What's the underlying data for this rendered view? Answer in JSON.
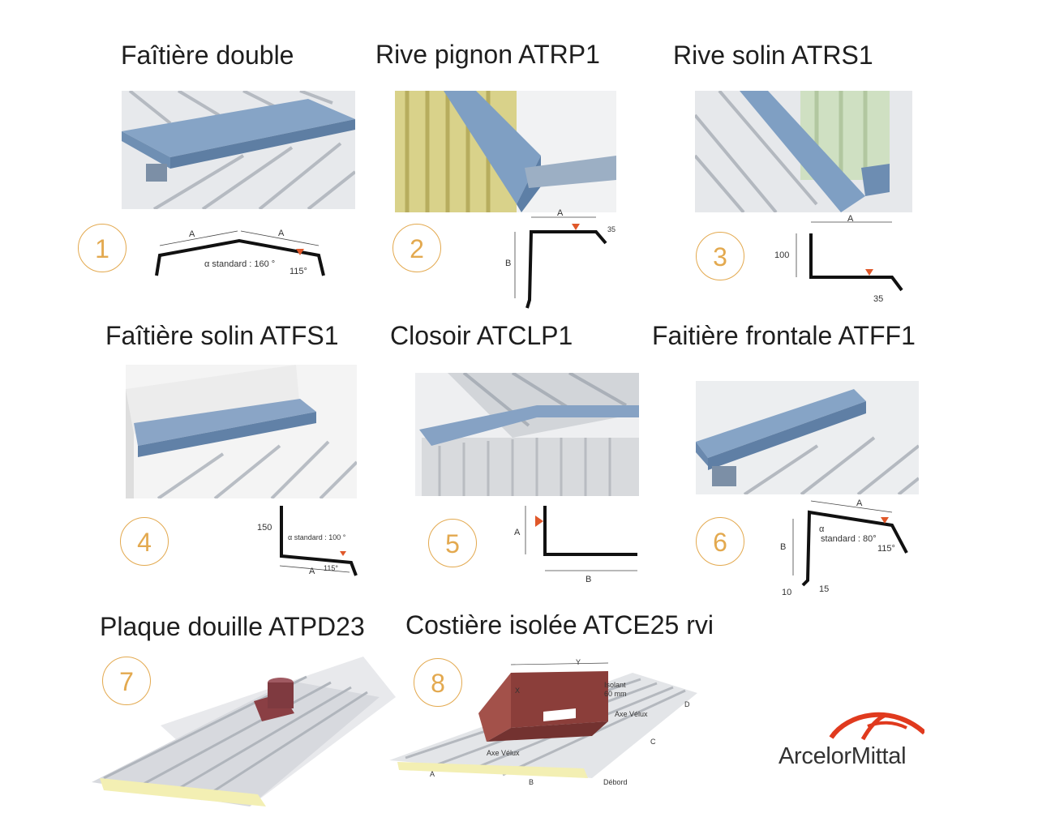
{
  "items": [
    {
      "num": "1",
      "title": "Faîtière double",
      "labels": {
        "a1": "A",
        "a2": "A",
        "angle": "α standard : 160 °",
        "bend": "115°"
      }
    },
    {
      "num": "2",
      "title": "Rive pignon ATRP1",
      "labels": {
        "a": "A",
        "b": "B",
        "c": "35"
      }
    },
    {
      "num": "3",
      "title": "Rive solin ATRS1",
      "labels": {
        "a": "A",
        "h": "100",
        "c": "35"
      }
    },
    {
      "num": "4",
      "title": "Faîtière solin ATFS1",
      "labels": {
        "h": "150",
        "angle": "α standard : 100 °",
        "bend": "115°",
        "a": "A"
      }
    },
    {
      "num": "5",
      "title": "Closoir ATCLP1",
      "labels": {
        "a": "A",
        "b": "B"
      }
    },
    {
      "num": "6",
      "title": "Faitière frontale ATFF1",
      "labels": {
        "a": "A",
        "b": "B",
        "alpha": "α",
        "angle": "standard : 80°",
        "bend": "115°",
        "d1": "10",
        "d2": "15"
      }
    },
    {
      "num": "7",
      "title": "Plaque douille ATPD23"
    },
    {
      "num": "8",
      "title": "Costière isolée ATCE25 rvi",
      "labels": {
        "y": "Y",
        "x": "X",
        "isolant": "Isolant",
        "isolant2": "60 mm",
        "axe": "Axe Vélux",
        "d": "D",
        "c": "C",
        "a": "A",
        "b": "B",
        "debord": "Débord",
        "axe2": "Axe Vélux"
      }
    }
  ],
  "logo": {
    "text": "ArcelorMittal",
    "color": "#e03a1e"
  },
  "colors": {
    "accent": "#e3a94f",
    "flashing": "#7f9fc3",
    "panel": "#cfd3d8",
    "marker": "#e0582a"
  }
}
